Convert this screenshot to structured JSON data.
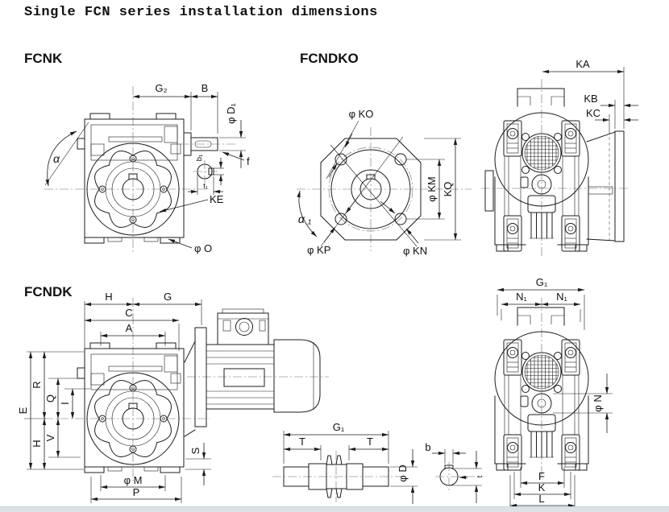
{
  "title": "Single FCN series installation dimensions",
  "sections": {
    "fcnk": {
      "label": "FCNK"
    },
    "fcndko": {
      "label": "FCNDKO"
    },
    "fcndk": {
      "label": "FCNDK"
    }
  },
  "fcnk": {
    "g2": "G₂",
    "b": "B",
    "d1": "φ D₁",
    "f": "f",
    "b1": "b₁",
    "t1": "t₁",
    "ke": "KE",
    "o": "φ O",
    "alpha": "α"
  },
  "fcndko": {
    "ko": "φ KO",
    "km": "φ KM",
    "kq": "KQ",
    "alpha1": "α ₁",
    "kp": "φ KP",
    "kn": "φ KN"
  },
  "fcndko_side": {
    "ka": "KA",
    "kb": "KB",
    "kc": "KC"
  },
  "fcndk": {
    "h_top": "H",
    "g": "G",
    "c": "C",
    "a": "A",
    "e": "E",
    "r": "R",
    "q": "Q",
    "i": "I",
    "h_left": "H",
    "v": "V",
    "s": "S",
    "m": "φ M",
    "p": "P"
  },
  "shaft": {
    "g1": "G₁",
    "t_left": "T",
    "t_right": "T",
    "d": "φ D",
    "b": "b",
    "t": "t"
  },
  "rear": {
    "g1": "G₁",
    "n1_left": "N₁",
    "n1_right": "N₁",
    "n": "φ N",
    "f": "F",
    "k": "K",
    "l": "L"
  },
  "colors": {
    "line": "#1c1c1c",
    "background": "#ffffff",
    "footer_bar": "#dde2e9"
  }
}
